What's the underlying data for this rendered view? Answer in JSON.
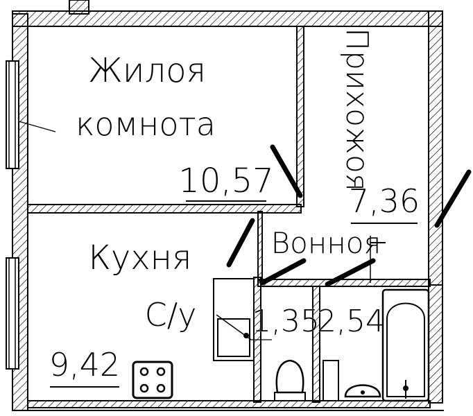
{
  "rooms": {
    "living": {
      "name_line1": "Жилоя",
      "name_line2": "комнота",
      "area": "10,57"
    },
    "hallway": {
      "name": "Прихожоя",
      "area": "7,36"
    },
    "kitchen": {
      "name": "Кухня",
      "sub": "С/у",
      "area": "9,42"
    },
    "bath": {
      "name": "Вонноя"
    },
    "wc": {
      "area": "1,35"
    },
    "bathroom": {
      "area": "2,54"
    }
  },
  "fixtures": {
    "stove": "stove-icon",
    "sink": "sink-icon",
    "toilet": "toilet-icon",
    "bathtub": "bathtub-icon",
    "washbasin": "washbasin-icon"
  }
}
